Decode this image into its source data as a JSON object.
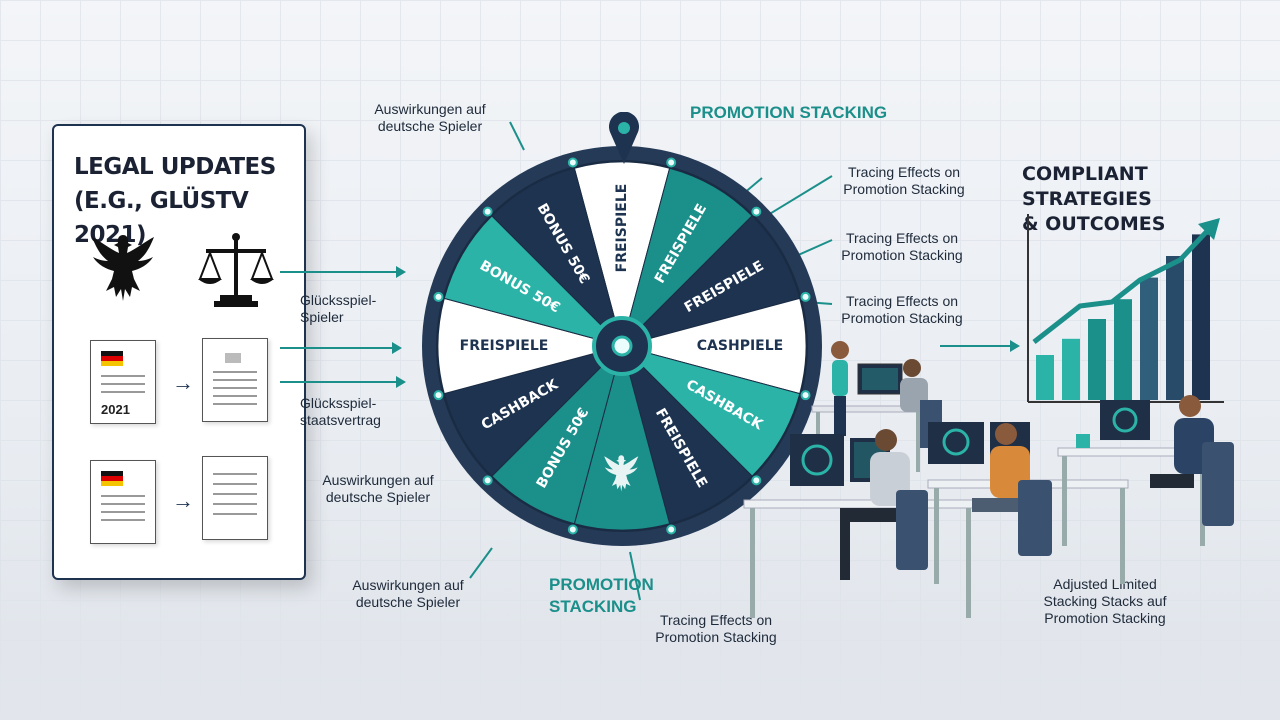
{
  "left_panel": {
    "title_line1": "LEGAL UPDATES",
    "title_line2": "(E.G., GLÜSTV 2021)",
    "icons": [
      "eagle-icon",
      "scales-icon"
    ],
    "doc_year": "2021"
  },
  "labels": {
    "top_left": [
      "Auswirkungen auf",
      "deutsche Spieler"
    ],
    "gluecksspiel_spieler": [
      "Glücksspiel-",
      "Spieler"
    ],
    "gluecksspiel_staatsvertrag": [
      "Glücksspiel-",
      "staatsvertrag"
    ],
    "mid_auswirkungen": [
      "Auswirkungen auf",
      "deutsche Spieler"
    ],
    "bottom_auswirkungen": [
      "Auswirkungen auf",
      "deutsche Spieler"
    ],
    "promotion_stacking_top": "PROMOTION STACKING",
    "promotion_stacking_bottom": [
      "PROMOTION",
      "STACKING"
    ],
    "tracing_1": [
      "Tracing Effects on",
      "Promotion Stacking"
    ],
    "tracing_2": [
      "Tracing Effects on",
      "Promotion Stacking"
    ],
    "tracing_3": [
      "Tracing Effects on",
      "Promotion Stacking"
    ],
    "tracing_bottom": [
      "Tracing Effects on",
      "Promotion Stacking"
    ],
    "adjusted": [
      "Adjusted Limited",
      "Stacking Stacks auf",
      "Promotion Stacking"
    ]
  },
  "wheel": {
    "segments": [
      "FREISPIELE",
      "FREISPIELE",
      "FREISPIELE",
      "CASHPIELE",
      "CASHBACK",
      "FREISPIELE",
      "",
      "BONUS 50€",
      "CASHBACK",
      "FREISPIELE",
      "BONUS 50€",
      "BONUS 50€"
    ]
  },
  "right_panel": {
    "title_line1": "COMPLIANT",
    "title_line2": "STRATEGIES",
    "title_line3": "& OUTCOMES",
    "chart_bars": [
      0.25,
      0.34,
      0.45,
      0.56,
      0.68,
      0.8,
      0.92
    ]
  },
  "colors": {
    "navy": "#1e3350",
    "teal": "#1b8f8a",
    "teal_light": "#2bb3a8",
    "white": "#ffffff"
  }
}
